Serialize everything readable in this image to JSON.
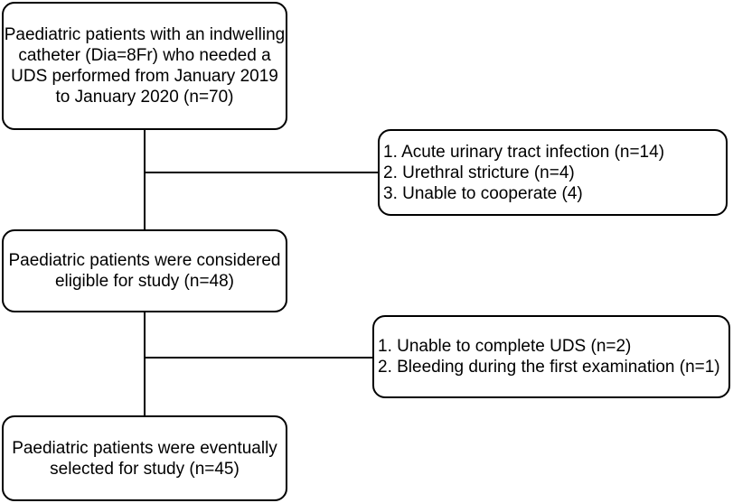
{
  "flowchart": {
    "initial": {
      "lines": [
        "Paediatric patients with an indwelling",
        "catheter (Dia=8Fr) who needed a",
        "UDS performed from January 2019",
        "to January 2020 (n=70)"
      ]
    },
    "exclusion_1": {
      "lines": [
        "1. Acute urinary tract infection (n=14)",
        "2. Urethral stricture (n=4)",
        "3. Unable to cooperate (4)"
      ]
    },
    "eligible": {
      "lines": [
        "Paediatric patients were considered",
        "eligible for study (n=48)"
      ]
    },
    "exclusion_2": {
      "lines": [
        "1. Unable to complete UDS (n=2)",
        "2. Bleeding during the first examination (n=1)"
      ]
    },
    "selected": {
      "lines": [
        "Paediatric patients were eventually",
        "selected for study (n=45)"
      ]
    }
  },
  "colors": {
    "stroke": "#000000",
    "background": "#ffffff",
    "text": "#000000"
  }
}
